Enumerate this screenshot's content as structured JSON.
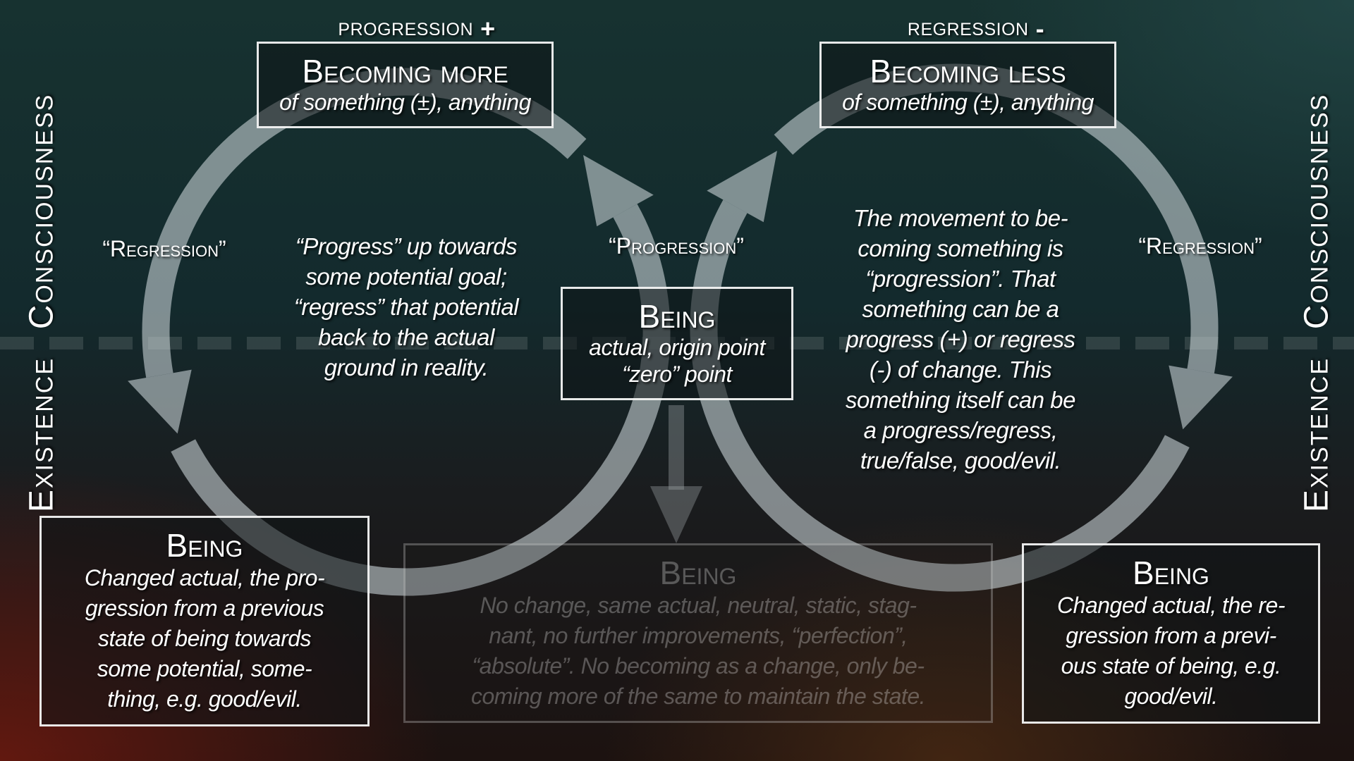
{
  "top": {
    "progression_label": "PROGRESSION",
    "progression_sign": "+",
    "regression_label": "REGRESSION",
    "regression_sign": "-"
  },
  "becoming_more": {
    "title": "Becoming more",
    "subtitle": "of something (±), anything"
  },
  "becoming_less": {
    "title": "Becoming less",
    "subtitle": "of something (±), anything"
  },
  "side_labels": {
    "left_top": "Consciousness",
    "left_bottom": "Existence",
    "right_top": "Consciousness",
    "right_bottom": "Existence"
  },
  "arc_labels": {
    "left_regression": "“Regression”",
    "center_progression": "“Progression”",
    "right_regression": "“Regression”"
  },
  "left_text": "“Progress” up towards\nsome potential goal;\n“regress” that potential\nback to the actual\nground in reality.",
  "right_text": "The movement to be-\ncoming something is\n“progression”. That\nsomething can be a\nprogress (+) or regress\n(-) of change. This\nsomething itself can be\na progress/regress,\ntrue/false, good/evil.",
  "being_center": {
    "title": "Being",
    "line1": "actual, origin point",
    "line2": "“zero” point"
  },
  "being_left": {
    "title": "Being",
    "text": "Changed actual, the pro-\ngression from a previous\nstate of being towards\nsome potential, some-\nthing, e.g. good/evil."
  },
  "being_middle": {
    "title": "Being",
    "text": "No change, same actual, neutral, static, stag-\nnant, no further improvements, “perfection”,\n“absolute”. No becoming as a change, only be-\ncoming more of the same to maintain the state."
  },
  "being_right": {
    "title": "Being",
    "text": "Changed actual, the re-\ngression from a previ-\nous state of being, e.g.\ngood/evil."
  },
  "colors": {
    "arc": "#c8d2d6",
    "dash": "#ffffff"
  }
}
